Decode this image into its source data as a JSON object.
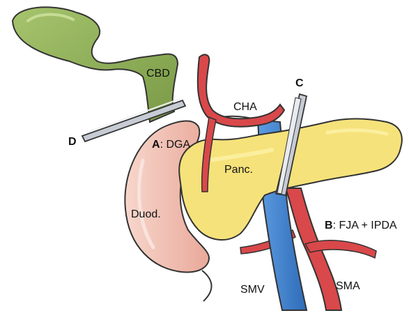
{
  "labels": {
    "cbd": "CBD",
    "cha": "CHA",
    "panc": "Panc.",
    "duod": "Duod.",
    "smv": "SMV",
    "sma": "SMA",
    "clamp_c": "C",
    "clamp_d": "D",
    "a_letter": "A",
    "a_text": ": DGA",
    "b_letter": "B",
    "b_text": ": FJA + IPDA"
  },
  "colors": {
    "gallbladder": "#8fb05a",
    "duodenum": "#f2c4b8",
    "pancreas": "#f6e27a",
    "artery": "#d9484a",
    "vein": "#3f7fd0",
    "clamp": "#b8bec8",
    "outline": "#333333"
  }
}
